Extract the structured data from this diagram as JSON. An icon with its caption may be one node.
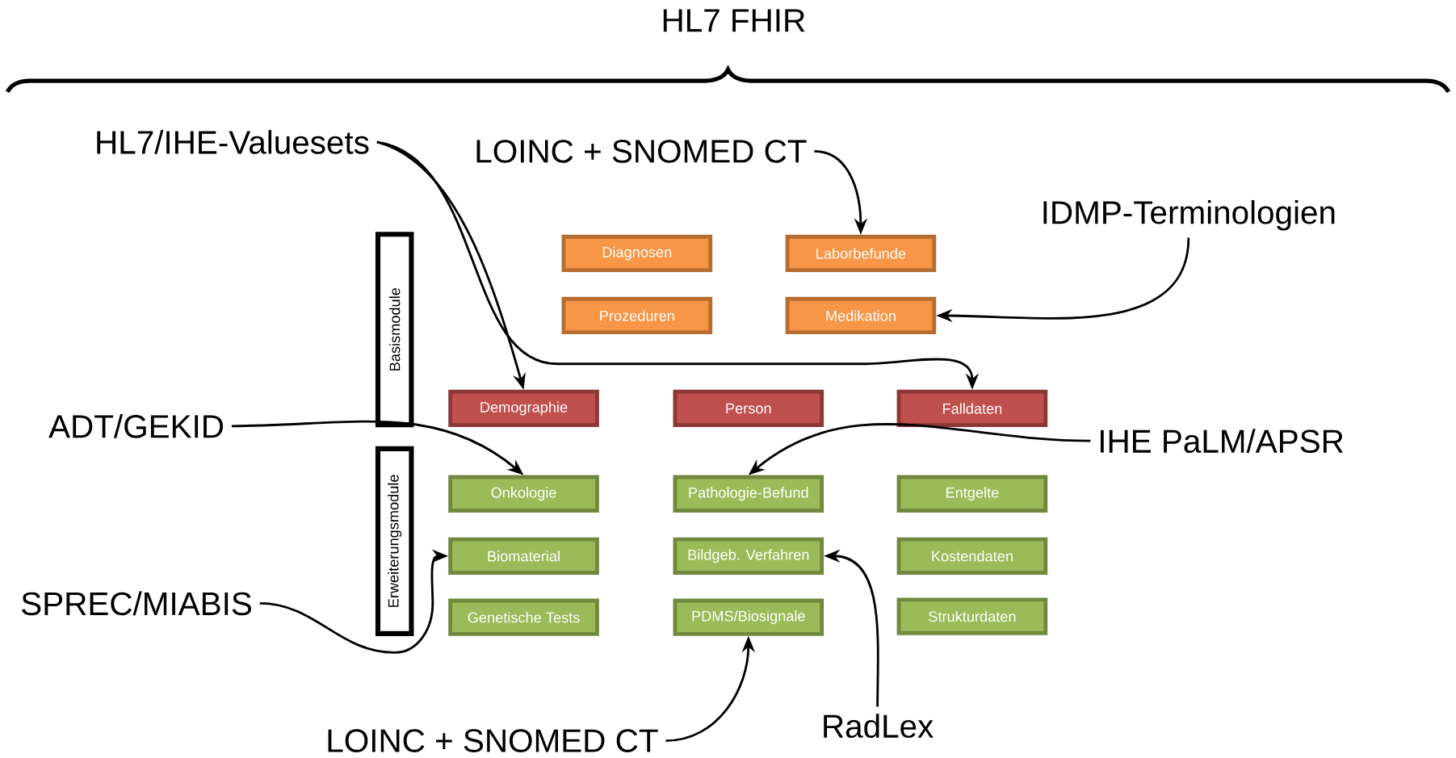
{
  "diagram": {
    "title": "HL7 FHIR",
    "nodes": [
      {
        "text": [
          "HL7/IHE-Valuesets"
        ]
      },
      {
        "text": [
          "LOINC + SNOMED CT"
        ]
      },
      {
        "text": [
          "IDMP-Terminologien"
        ]
      },
      {
        "text": [
          "Basismodule"
        ]
      },
      {
        "text": [
          "Diagnosen"
        ]
      },
      {
        "text": [
          "Laborbefunde"
        ]
      },
      {
        "text": [
          "Prozeduren"
        ]
      },
      {
        "text": [
          "Medikation"
        ]
      },
      {
        "text": [
          "Demographie"
        ]
      },
      {
        "text": [
          "Person"
        ]
      },
      {
        "text": [
          "Falldaten"
        ]
      },
      {
        "text": [
          "ADT/GEKID"
        ]
      },
      {
        "text": [
          "IHE PaLM/APSR"
        ]
      },
      {
        "text": [
          "Erweiterungsmodule"
        ]
      },
      {
        "text": [
          "Onkologie"
        ]
      },
      {
        "text": [
          "Pathologie-Befund"
        ]
      },
      {
        "text": [
          "Entgelte"
        ]
      },
      {
        "text": [
          "SPREC/MIABIS"
        ]
      },
      {
        "text": [
          "Biomaterial"
        ]
      },
      {
        "text": [
          "Bildgeb. Verfahren"
        ]
      },
      {
        "text": [
          "Kostendaten"
        ]
      },
      {
        "text": [
          "Genetische Tests"
        ]
      },
      {
        "text": [
          "PDMS/Biosignale"
        ]
      },
      {
        "text": [
          "Strukturdaten"
        ]
      },
      {
        "text": [
          "LOINC + SNOMED CT"
        ]
      },
      {
        "text": [
          "RadLex"
        ]
      }
    ],
    "edges": [
      {
        "from": 0,
        "to": 8,
        "arrow": "to"
      },
      {
        "from": 0,
        "to": 10,
        "arrow": "to"
      },
      {
        "from": 1,
        "to": 5,
        "arrow": "to"
      },
      {
        "from": 2,
        "to": 7,
        "arrow": "to"
      },
      {
        "from": 11,
        "to": 14,
        "arrow": "to"
      },
      {
        "from": 12,
        "to": 15,
        "arrow": "to"
      },
      {
        "from": 17,
        "to": 18,
        "arrow": "to"
      },
      {
        "from": 24,
        "to": 22,
        "arrow": "to"
      },
      {
        "from": 25,
        "to": 19,
        "arrow": "to"
      }
    ]
  }
}
